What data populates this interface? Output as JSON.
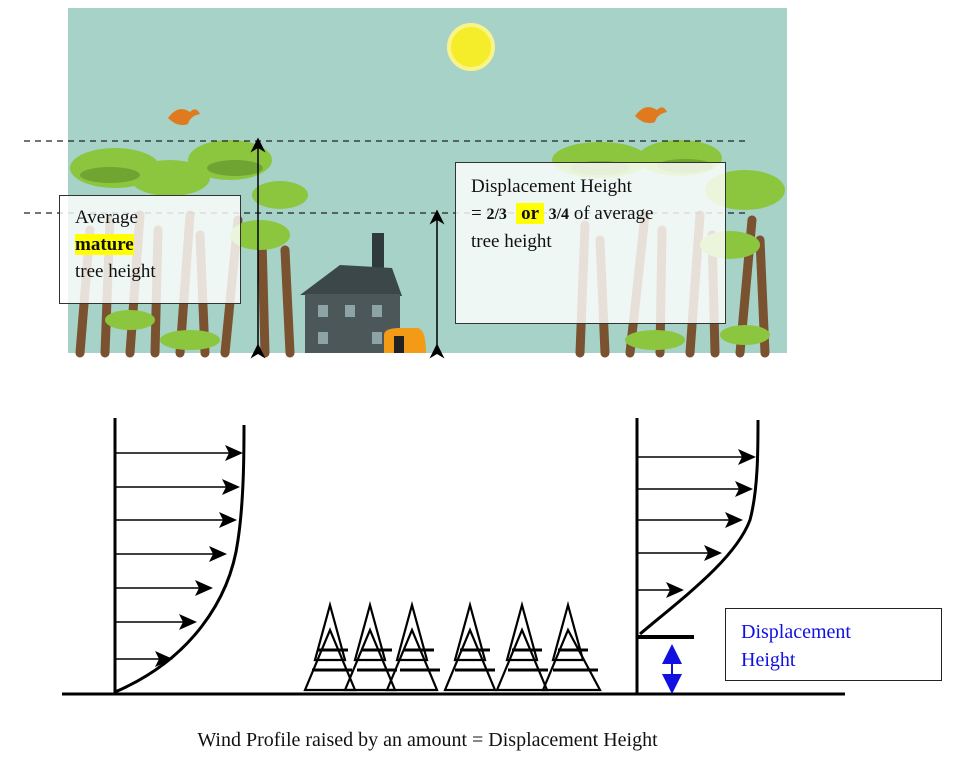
{
  "top_scene": {
    "average_box": {
      "line1": "Average",
      "line2": "mature",
      "line3": "tree height"
    },
    "displacement_box": {
      "line1": "Displacement Height",
      "eq": "= ",
      "frac1": "2/3",
      "or": "or",
      "frac2": "3/4",
      "tail": " of average",
      "line3": "tree height"
    },
    "colors": {
      "sky": "#a6d2c7",
      "sun": "#f5ec2a",
      "canopy": "#8cc63f",
      "trunk": "#7a5230",
      "bird": "#e07a1e"
    }
  },
  "bottom_diagram": {
    "label_line1": "Displacement",
    "label_line2": "Height",
    "label_color": "#1010e0",
    "caption": "Wind Profile raised by an amount = Displacement Height"
  }
}
